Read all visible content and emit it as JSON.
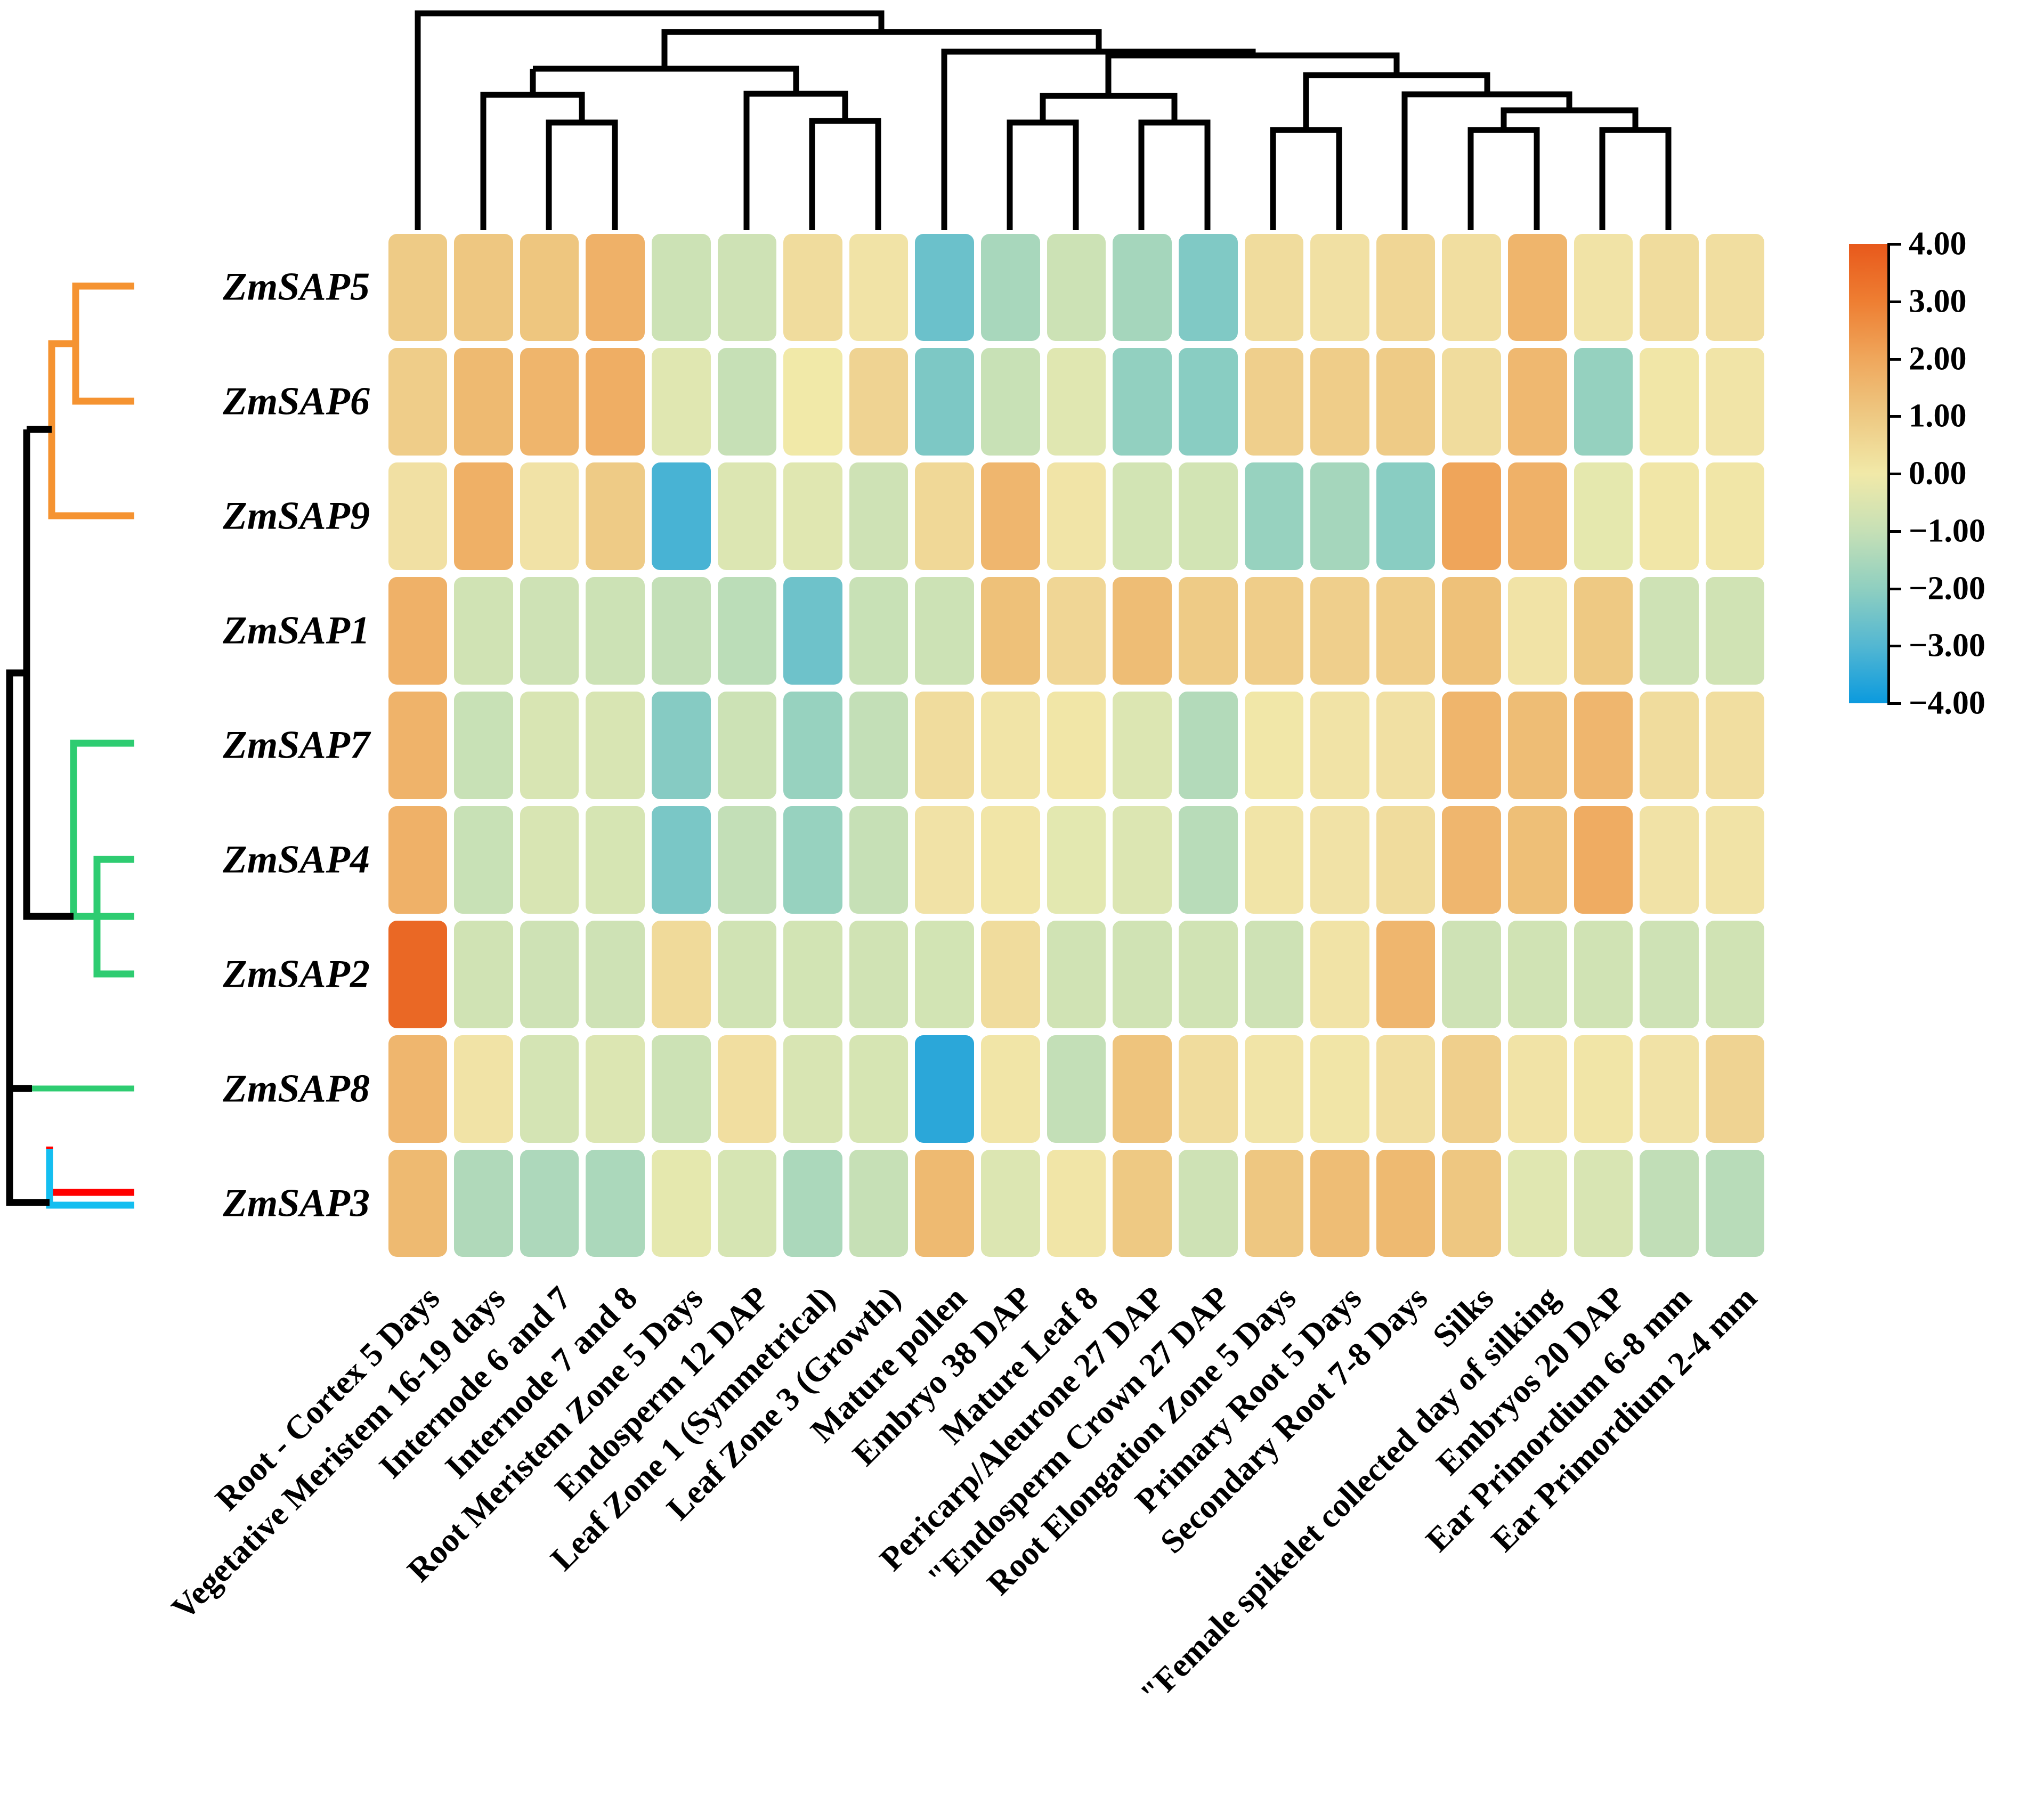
{
  "figure": {
    "type": "heatmap-with-dendrograms",
    "description": "Hierarchically clustered expression heatmap of ZmSAP genes across maize tissues"
  },
  "rows": {
    "labels": [
      "ZmSAP5",
      "ZmSAP6",
      "ZmSAP9",
      "ZmSAP1",
      "ZmSAP7",
      "ZmSAP4",
      "ZmSAP2",
      "ZmSAP8",
      "ZmSAP3"
    ]
  },
  "columns": {
    "labels": [
      "Root - Cortex 5 Days",
      "Vegetative Meristem 16-19 days",
      "Internode 6 and 7",
      "Internode 7 and 8",
      "Root Meristem Zone 5 Days",
      "Endosperm 12 DAP",
      "Leaf Zone 1 (Symmetrical)",
      "Leaf Zone 3 (Growth)",
      "Mature pollen",
      "Embryo 38 DAP",
      "Mature Leaf 8",
      "Pericarp/Aleurone 27 DAP",
      "\"Endosperm Crown 27 DAP",
      "Root Elongation Zone 5 Days",
      "Primary Root 5 Days",
      "Secondary Root 7-8 Days",
      "Silks",
      "\"Female spikelet collected day of silking",
      "Embryos 20 DAP",
      "Ear Primordium 6-8 mm",
      "Ear Primordium 2-4 mm"
    ]
  },
  "colorbar": {
    "ticks": [
      "4.00",
      "3.00",
      "2.00",
      "1.00",
      "0.00",
      "-1.00",
      "-2.00",
      "-3.00",
      "-4.00"
    ],
    "vmax": 4.0,
    "vmin": -4.0,
    "high_color": "#e8591c",
    "mid_color": "#f1e9a8",
    "low_color": "#0b9ade"
  },
  "row_dendrogram": {
    "cluster_colors": {
      "cluster_orange": "#F59331",
      "cluster_green": "#2ECC71",
      "cluster_red": "#FF0000",
      "cluster_cyan": "#14BEF0",
      "root": "#000000"
    }
  },
  "column_dendrogram": {
    "line_color": "#000000"
  },
  "chart_data": {
    "type": "heatmap",
    "title": "",
    "xlabel": "",
    "ylabel": "",
    "zlim": [
      -4.0,
      4.0
    ],
    "categories_x": [
      "Root - Cortex 5 Days",
      "Vegetative Meristem 16-19 days",
      "Internode 6 and 7",
      "Internode 7 and 8",
      "Root Meristem Zone 5 Days",
      "Endosperm 12 DAP",
      "Leaf Zone 1 (Symmetrical)",
      "Leaf Zone 3 (Growth)",
      "Mature pollen",
      "Embryo 38 DAP",
      "Mature Leaf 8",
      "Pericarp/Aleurone 27 DAP",
      "\"Endosperm Crown 27 DAP",
      "Root Elongation Zone 5 Days",
      "Primary Root 5 Days",
      "Secondary Root 7-8 Days",
      "Silks",
      "\"Female spikelet collected day of silking",
      "Embryos 20 DAP",
      "Ear Primordium 6-8 mm",
      "Ear Primordium 2-4 mm"
    ],
    "categories_y": [
      "ZmSAP5",
      "ZmSAP6",
      "ZmSAP9",
      "ZmSAP1",
      "ZmSAP7",
      "ZmSAP4",
      "ZmSAP2",
      "ZmSAP8",
      "ZmSAP3"
    ],
    "values": [
      [
        0.95,
        1.05,
        1.1,
        1.7,
        -0.85,
        -0.8,
        0.55,
        0.35,
        -2.6,
        -1.55,
        -0.85,
        -1.6,
        -2.25,
        0.55,
        0.45,
        0.7,
        0.5,
        1.6,
        0.35,
        0.55,
        0.5
      ],
      [
        0.9,
        1.45,
        1.6,
        1.8,
        -0.35,
        -1.0,
        0.0,
        0.75,
        -2.3,
        -0.95,
        -0.35,
        -1.95,
        -2.1,
        0.85,
        0.9,
        0.95,
        0.55,
        1.5,
        -1.9,
        0.2,
        0.3
      ],
      [
        0.45,
        1.75,
        0.4,
        0.95,
        -3.15,
        -0.45,
        -0.35,
        -0.8,
        0.65,
        1.55,
        0.3,
        -0.7,
        -0.7,
        -1.85,
        -1.6,
        -2.1,
        2.05,
        1.7,
        -0.25,
        0.15,
        0.2
      ],
      [
        1.7,
        -0.75,
        -0.8,
        -0.85,
        -1.05,
        -1.2,
        -2.55,
        -0.95,
        -0.85,
        1.25,
        0.7,
        1.35,
        0.95,
        0.9,
        0.85,
        0.9,
        1.25,
        0.35,
        1.0,
        -0.8,
        -0.75
      ],
      [
        1.65,
        -0.95,
        -0.55,
        -0.55,
        -2.15,
        -0.85,
        -1.85,
        -1.05,
        0.55,
        0.3,
        0.15,
        -0.45,
        -1.35,
        0.1,
        0.35,
        0.45,
        1.6,
        1.35,
        1.55,
        0.55,
        0.5
      ],
      [
        1.7,
        -0.95,
        -0.55,
        -0.6,
        -2.35,
        -1.05,
        -1.85,
        -1.0,
        0.4,
        0.25,
        -0.3,
        -0.45,
        -1.25,
        0.3,
        0.4,
        0.55,
        1.55,
        1.3,
        1.85,
        0.4,
        0.35
      ],
      [
        3.6,
        -0.75,
        -0.8,
        -0.8,
        0.6,
        -0.75,
        -0.7,
        -0.75,
        -0.7,
        0.55,
        -0.75,
        -0.75,
        -0.75,
        -0.8,
        0.35,
        1.55,
        -0.8,
        -0.75,
        -0.75,
        -0.8,
        -0.75
      ],
      [
        1.55,
        0.35,
        -0.65,
        -0.45,
        -0.85,
        0.5,
        -0.55,
        -0.6,
        -3.55,
        0.25,
        -1.05,
        1.15,
        0.55,
        0.3,
        0.25,
        0.5,
        0.85,
        0.35,
        0.25,
        0.4,
        0.75
      ],
      [
        1.45,
        -1.4,
        -1.45,
        -1.5,
        -0.25,
        -0.6,
        -1.5,
        -1.0,
        1.45,
        -0.45,
        0.25,
        1.0,
        -0.8,
        1.05,
        1.35,
        1.45,
        1.05,
        -0.35,
        -0.55,
        -1.1,
        -1.25
      ]
    ]
  }
}
